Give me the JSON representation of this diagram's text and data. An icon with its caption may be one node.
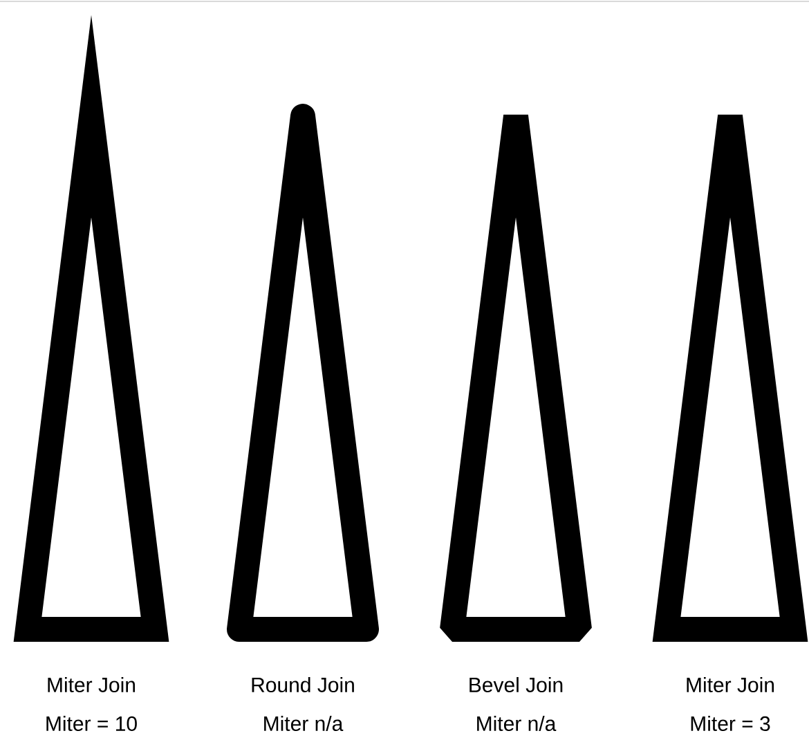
{
  "diagram": {
    "labels": [
      "Miter Join",
      "Miter = 10",
      "Round Join",
      "Miter n/a",
      "Bevel Join",
      "Miter n/a",
      "Miter Join",
      "Miter = 3"
    ]
  }
}
